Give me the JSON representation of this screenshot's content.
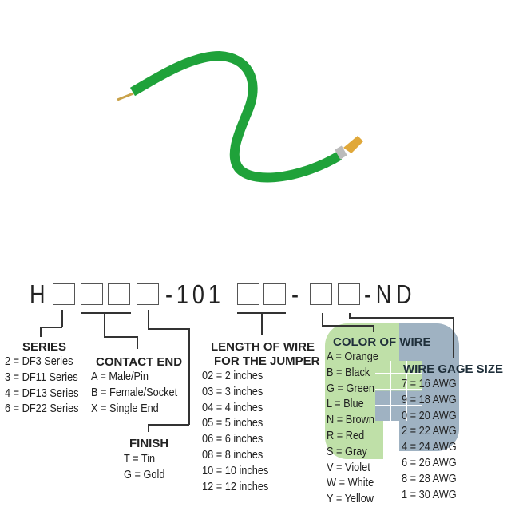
{
  "part_number": {
    "prefix": "H",
    "middle": "-101",
    "sep": "-",
    "suffix": "-ND"
  },
  "series": {
    "title": "SERIES",
    "items": [
      "2 = DF3 Series",
      "3 = DF11 Series",
      "4 = DF13 Series",
      "6 = DF22 Series"
    ]
  },
  "contact_end": {
    "title": "CONTACT END",
    "items": [
      "A = Male/Pin",
      "B = Female/Socket",
      "X = Single End"
    ]
  },
  "finish": {
    "title": "FINISH",
    "items": [
      "T = Tin",
      "G = Gold"
    ]
  },
  "length": {
    "title_line1": "LENGTH OF WIRE",
    "title_line2": "FOR THE JUMPER",
    "items": [
      "02 = 2 inches",
      "03 = 3 inches",
      "04 = 4 inches",
      "05 = 5 inches",
      "06 = 6 inches",
      "08 = 8 inches",
      "10 = 10 inches",
      "12 = 12 inches"
    ]
  },
  "color": {
    "title": "COLOR OF WIRE",
    "items": [
      "A = Orange",
      "B = Black",
      "G = Green",
      "L = Blue",
      "N = Brown",
      "R = Red",
      "S = Gray",
      "V = Violet",
      "W = White",
      "Y = Yellow"
    ]
  },
  "gage": {
    "title": "WIRE GAGE SIZE",
    "items": [
      "7 = 16 AWG",
      "9 = 18 AWG",
      "0 = 20 AWG",
      "2 = 22 AWG",
      "4 = 24 AWG",
      "6 = 26 AWG",
      "8 = 28 AWG",
      "1 = 30 AWG"
    ]
  },
  "colors": {
    "wire": "#1fa23a",
    "logo_green": "#bfe0a8",
    "logo_blue": "#9fb2c2"
  }
}
